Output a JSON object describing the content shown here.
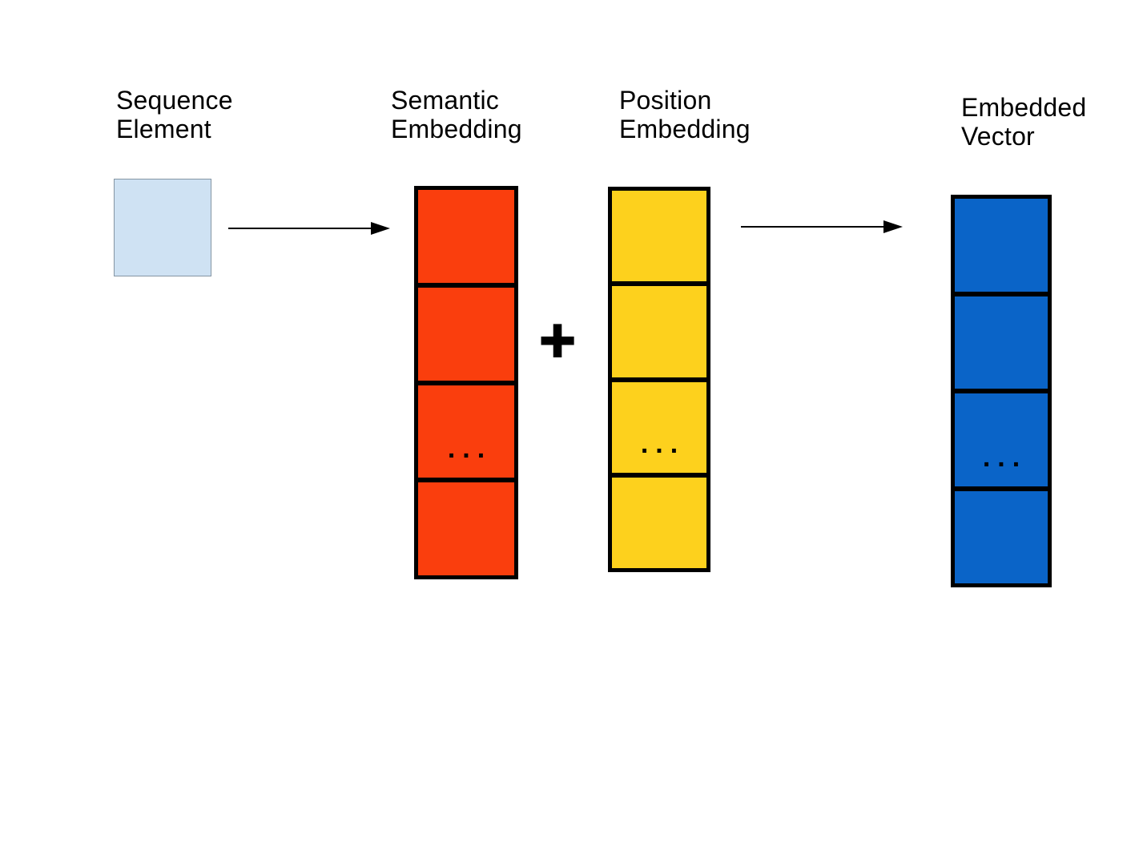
{
  "nodes": {
    "sequence_element": {
      "label_lines": [
        "Sequence",
        "Element"
      ],
      "fill": "#cfe2f3",
      "border_color": "#8595a3"
    },
    "semantic_embedding": {
      "label_lines": [
        "Semantic",
        "Embedding"
      ],
      "fill": "#fa3e0d",
      "cell_count": 4,
      "ellipsis_cell_index": 2
    },
    "position_embedding": {
      "label_lines": [
        "Position",
        "Embedding"
      ],
      "fill": "#fdd11d",
      "cell_count": 4,
      "ellipsis_cell_index": 2
    },
    "embedded_vector": {
      "label_lines": [
        "Embedded",
        "Vector"
      ],
      "fill": "#0a64c8",
      "cell_count": 4,
      "ellipsis_cell_index": 2
    }
  },
  "operator_plus": "+",
  "ellipsis": "...",
  "stroke_color": "#000000",
  "background_color": "#ffffff"
}
